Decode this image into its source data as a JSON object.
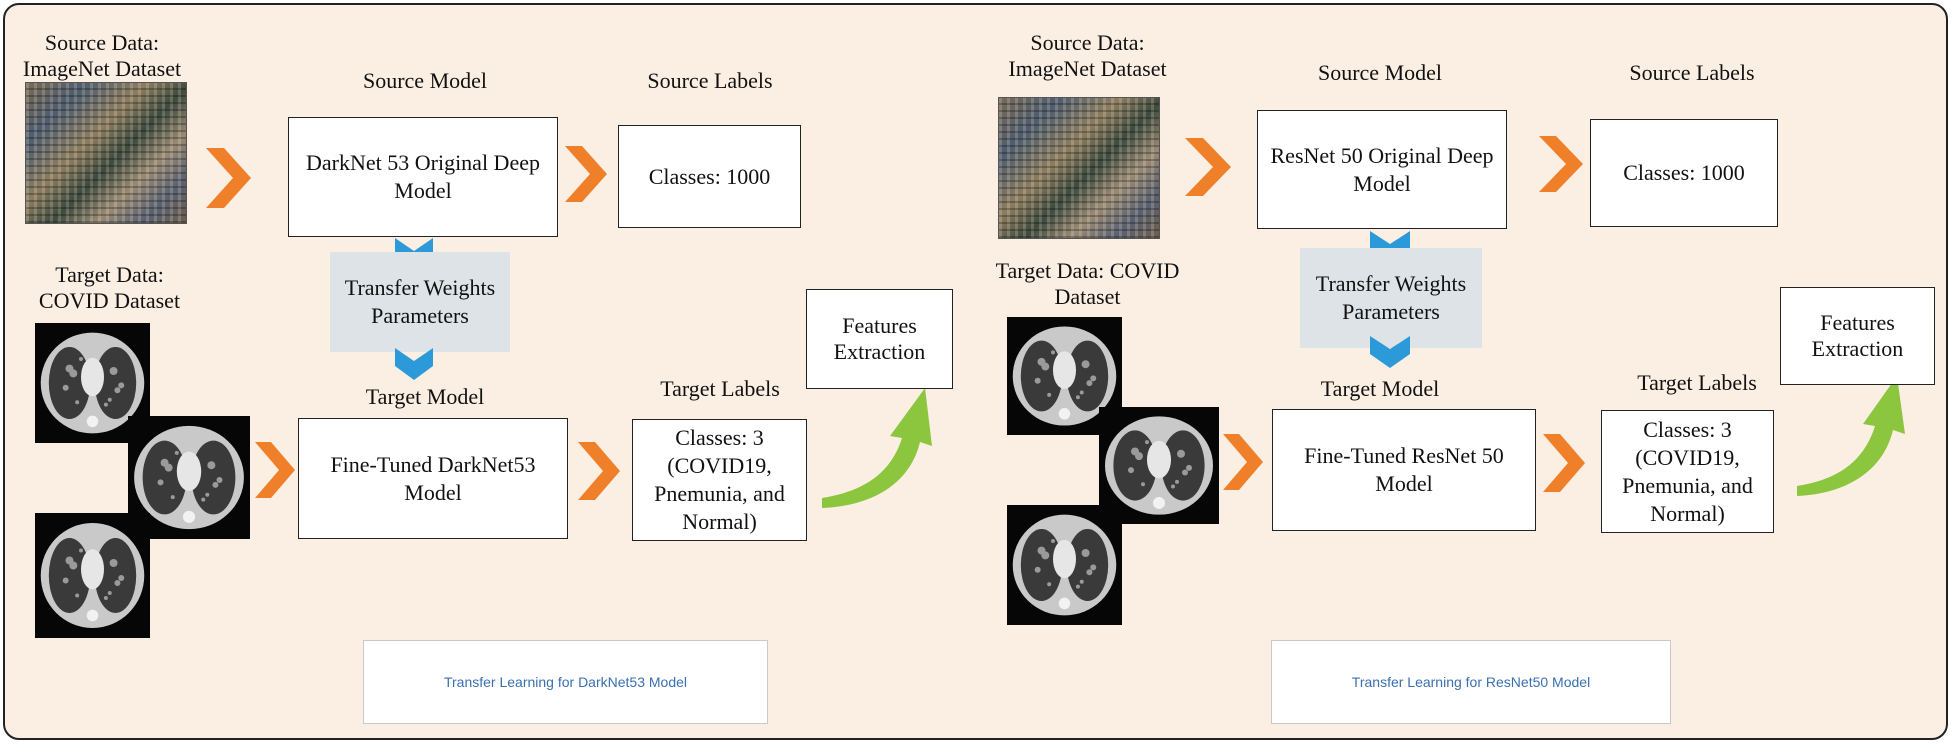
{
  "colors": {
    "background": "#fbefe4",
    "orange_arrow": "#f07f2a",
    "blue_chevron": "#2c9ad8",
    "green_arrow": "#8cc63f",
    "caption_text": "#3a6fb0",
    "transfer_box": "#dde3e6"
  },
  "panels": [
    {
      "source_data_label": "Source Data: ImageNet Dataset",
      "source_model_label": "Source Model",
      "source_labels_label": "Source Labels",
      "source_model_box": "DarkNet 53 Original Deep Model",
      "source_classes_box": "Classes: 1000",
      "transfer_box": "Transfer Weights Parameters",
      "target_data_label": "Target Data: COVID Dataset",
      "target_model_label": "Target Model",
      "target_labels_label": "Target Labels",
      "target_model_box": "Fine-Tuned DarkNet53 Model",
      "target_classes_box": "Classes: 3 (COVID19, Pnemunia, and Normal)",
      "features_box": "Features Extraction",
      "caption": "Transfer Learning for DarkNet53 Model"
    },
    {
      "source_data_label": "Source Data: ImageNet Dataset",
      "source_model_label": "Source Model",
      "source_labels_label": "Source Labels",
      "source_model_box": "ResNet 50 Original Deep Model",
      "source_classes_box": "Classes: 1000",
      "transfer_box": "Transfer Weights Parameters",
      "target_data_label": "Target Data: COVID Dataset",
      "target_model_label": "Target Model",
      "target_labels_label": "Target Labels",
      "target_model_box": "Fine-Tuned ResNet 50 Model",
      "target_classes_box": "Classes: 3 (COVID19, Pnemunia, and Normal)",
      "features_box": "Features Extraction",
      "caption": "Transfer Learning for ResNet50 Model"
    }
  ]
}
